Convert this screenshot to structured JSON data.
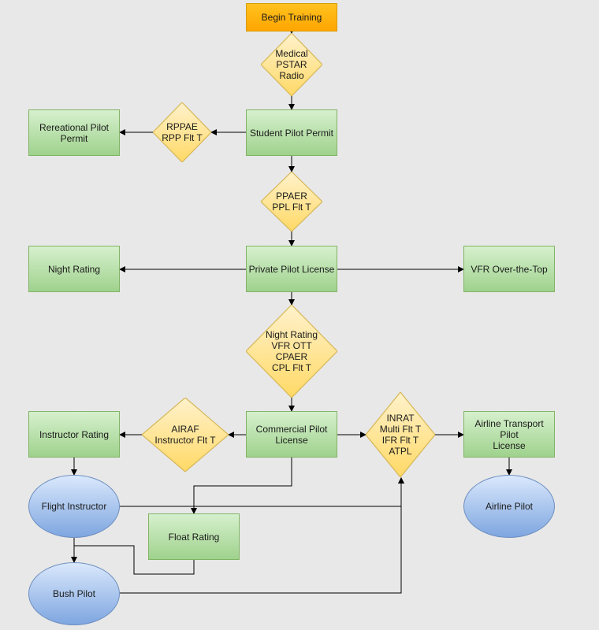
{
  "colors": {
    "background": "#e8e8e8",
    "green_fill": "#b9e0a5",
    "green_border": "#82b366",
    "orange_fill": "#ffa500",
    "yellow_fill": "#ffe599",
    "yellow_border": "#d6b656",
    "blue_fill": "#a9c4eb",
    "blue_border": "#6c8ebf",
    "edge": "#000000"
  },
  "nodes": {
    "begin_training": "Begin Training",
    "medical_pstar_radio": "Medical\nPSTAR\nRadio",
    "student_pilot_permit": "Student Pilot Permit",
    "rppae_rpp_flt_t": "RPPAE\nRPP Flt T",
    "recreational_pilot_permit": "Rereational Pilot\nPermit",
    "ppaer_ppl_flt_t": "PPAER\nPPL Flt T",
    "private_pilot_license": "Private Pilot License",
    "night_rating": "Night Rating",
    "vfr_over_the_top": "VFR Over-the-Top",
    "cpl_requirements": "Night Rating\nVFR OTT\nCPAER\nCPL Flt T",
    "commercial_pilot_license": "Commercial Pilot\nLicense",
    "airaf_instructor_flt_t": "AIRAF\nInstructor Flt T",
    "instructor_rating": "Instructor Rating",
    "atpl_requirements": "INRAT\nMulti Flt T\nIFR Flt T\nATPL",
    "airline_transport_pilot_license": "Airline Transport Pilot\nLicense",
    "flight_instructor": "Flight Instructor",
    "float_rating": "Float Rating",
    "bush_pilot": "Bush Pilot",
    "airline_pilot": "Airline Pilot"
  }
}
